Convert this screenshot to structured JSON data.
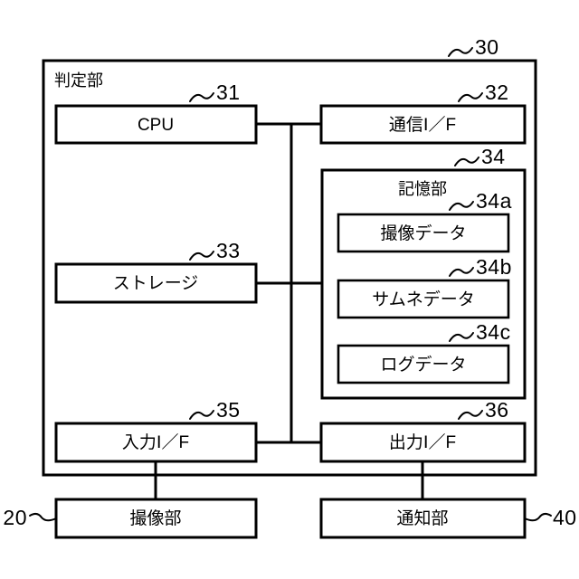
{
  "figure": {
    "kind": "patent-block-diagram",
    "language": "ja",
    "background_color": "#ffffff",
    "line_color": "#000000"
  },
  "outer_unit": {
    "label": "判定部",
    "ref": "30"
  },
  "blocks": {
    "cpu": {
      "label": "CPU",
      "ref": "31"
    },
    "comm_if": {
      "label": "通信Ⅰ／F",
      "ref": "32"
    },
    "storage": {
      "label": "ストレージ",
      "ref": "33"
    },
    "memory": {
      "label": "記憶部",
      "ref": "34"
    },
    "input_if": {
      "label": "入力Ⅰ／F",
      "ref": "35"
    },
    "output_if": {
      "label": "出力Ⅰ／F",
      "ref": "36"
    }
  },
  "memory_items": [
    {
      "label": "撮像データ",
      "ref": "34a"
    },
    {
      "label": "サムネデータ",
      "ref": "34b"
    },
    {
      "label": "ログデータ",
      "ref": "34c"
    }
  ],
  "external_blocks": [
    {
      "label": "撮像部",
      "ref": "20",
      "ref_side": "left"
    },
    {
      "label": "通知部",
      "ref": "40",
      "ref_side": "right"
    }
  ]
}
